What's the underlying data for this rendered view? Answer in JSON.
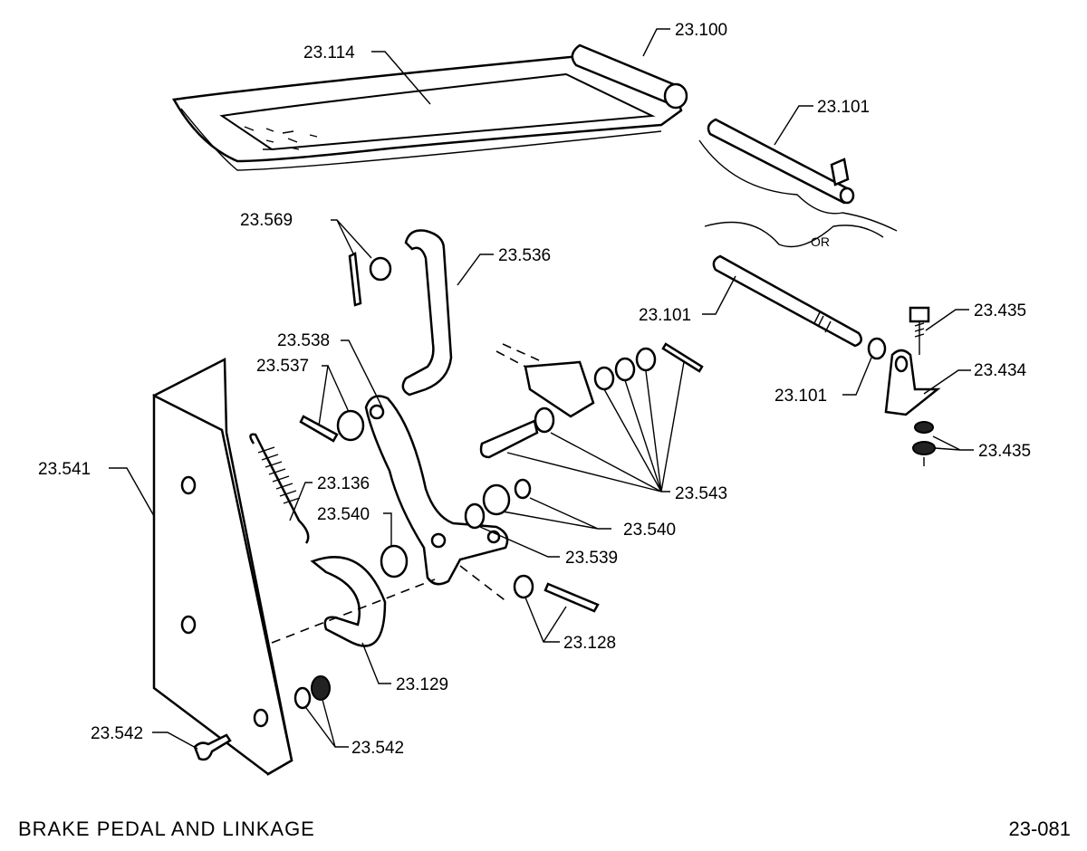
{
  "title": "BRAKE PEDAL AND LINKAGE",
  "page_number": "23-081",
  "labels": {
    "l_23_100": "23.100",
    "l_23_114": "23.114",
    "l_23_101_a": "23.101",
    "l_23_101_b": "23.101",
    "l_23_101_c": "23.101",
    "l_or": "OR",
    "l_23_569": "23.569",
    "l_23_536": "23.536",
    "l_23_435_a": "23.435",
    "l_23_434": "23.434",
    "l_23_435_b": "23.435",
    "l_23_538": "23.538",
    "l_23_537": "23.537",
    "l_23_541": "23.541",
    "l_23_136": "23.136",
    "l_23_543": "23.543",
    "l_23_540_a": "23.540",
    "l_23_540_b": "23.540",
    "l_23_539": "23.539",
    "l_23_128": "23.128",
    "l_23_129": "23.129",
    "l_23_542_a": "23.542",
    "l_23_542_b": "23.542"
  },
  "colors": {
    "ink": "#000000",
    "paper": "#ffffff"
  }
}
